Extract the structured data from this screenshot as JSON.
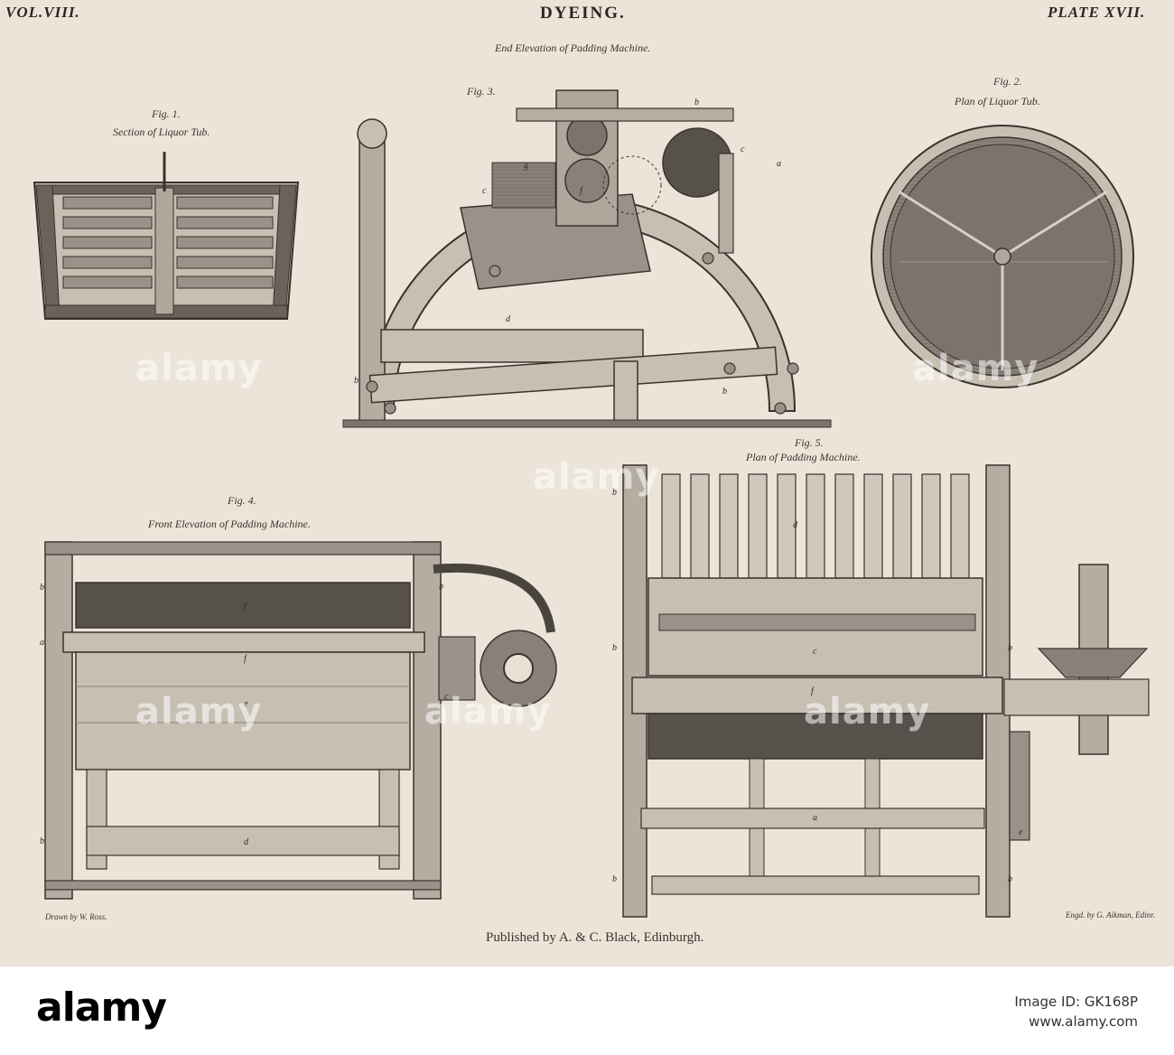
{
  "header": {
    "volume": "VOL.VIII.",
    "title": "DYEING.",
    "plate": "PLATE XVII."
  },
  "figures": {
    "fig3": {
      "caption_top": "End Elevation of Padding Machine.",
      "number": "Fig. 3."
    },
    "fig1": {
      "number": "Fig. 1.",
      "caption": "Section of Liquor Tub."
    },
    "fig2": {
      "number": "Fig. 2.",
      "caption": "Plan of Liquor Tub."
    },
    "fig4": {
      "number": "Fig. 4.",
      "caption": "Front Elevation of Padding Machine."
    },
    "fig5": {
      "number": "Fig. 5.",
      "caption": "Plan of Padding Machine."
    }
  },
  "credits": {
    "drawn": "Drawn by W. Ross.",
    "engraved": "Engd. by G. Aikman, Edinr.",
    "published": "Published by A. & C. Black, Edinburgh."
  },
  "letters": {
    "fig3": [
      "b",
      "c",
      "a",
      "c",
      "g",
      "f",
      "d",
      "b",
      "b"
    ],
    "fig4": [
      "b",
      "f",
      "a",
      "f",
      "e",
      "b",
      "c",
      "d",
      "b"
    ],
    "fig5": [
      "d",
      "c",
      "b",
      "f",
      "a",
      "b",
      "b",
      "e",
      "b",
      "b"
    ]
  },
  "watermark": "alamy",
  "footer": {
    "logo": "alamy",
    "image_id": "Image ID: GK168P",
    "site": "www.alamy.com"
  }
}
